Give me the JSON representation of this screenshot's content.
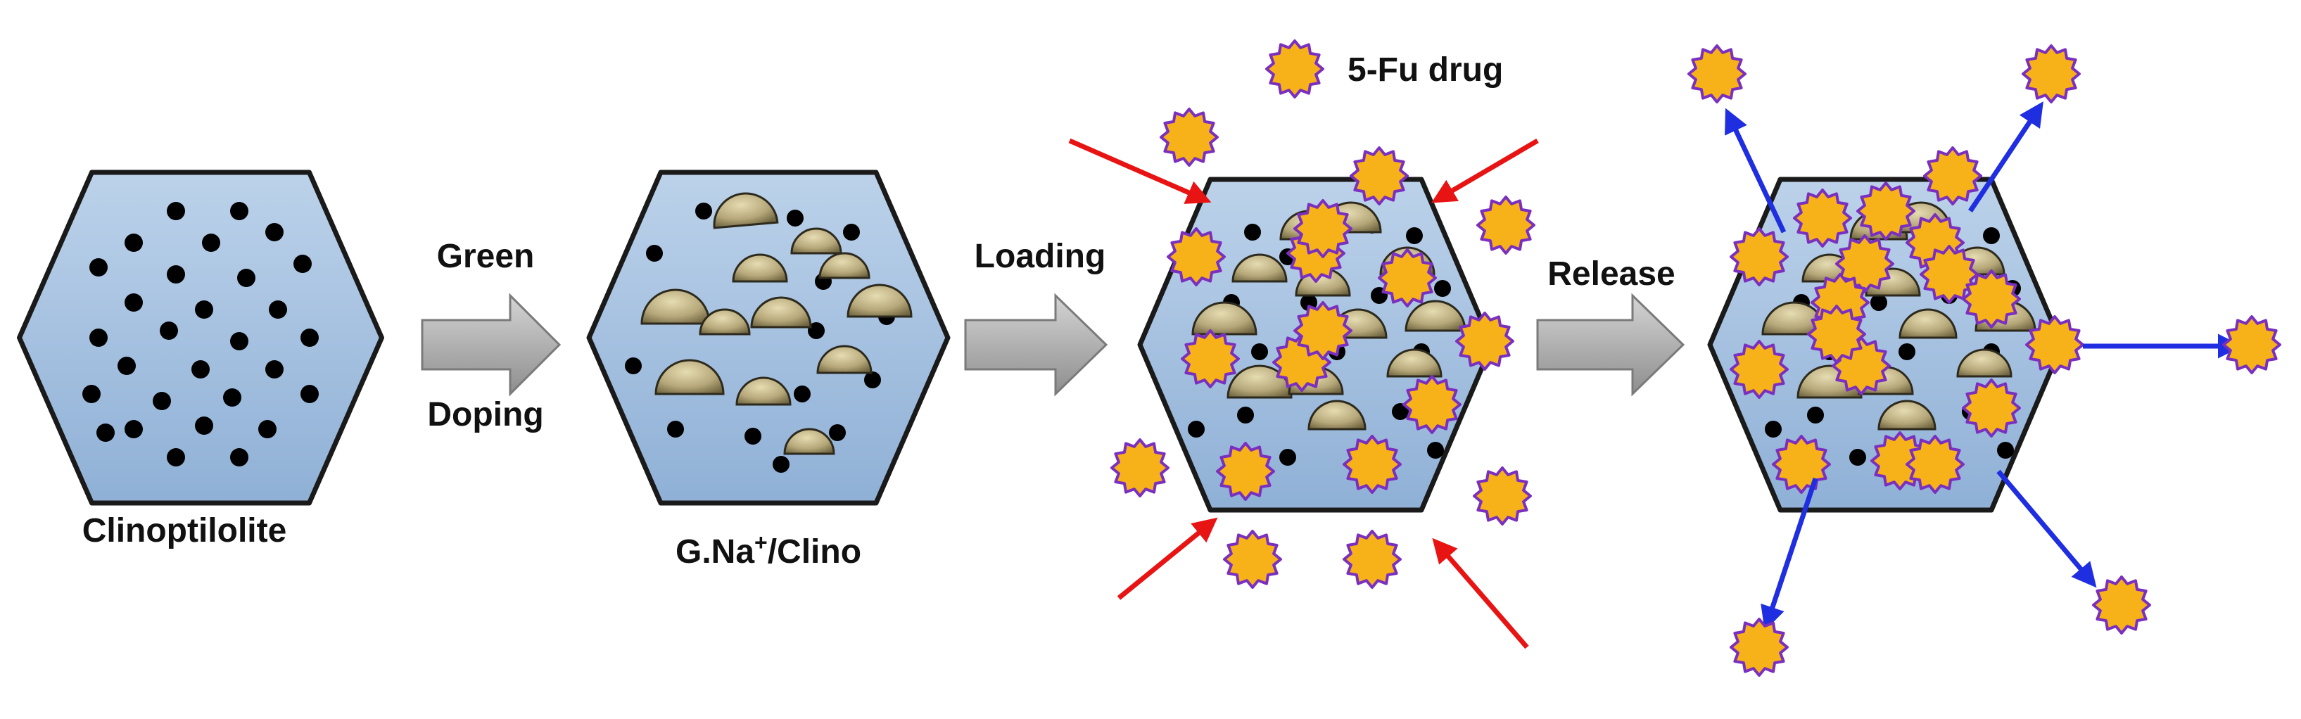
{
  "stages": [
    {
      "label": "Clinoptilolite"
    },
    {
      "label_main": "G.Na",
      "label_sup": "+",
      "label_rest": "/Clino"
    },
    {
      "label": ""
    },
    {
      "label": ""
    }
  ],
  "steps": [
    {
      "top": "Green",
      "bottom": "Doping"
    },
    {
      "top": "Loading",
      "bottom": ""
    },
    {
      "top": "Release",
      "bottom": ""
    }
  ],
  "legend": {
    "label": "5-Fu drug"
  },
  "colors": {
    "hexagon_fill": "#a9c3e0",
    "hexagon_edge": "#1a1a1a",
    "pore": "#000000",
    "dopant": "#b5a779",
    "drug_fill": "#f7b21a",
    "drug_edge": "#7a2fbf",
    "process_arrow": "#a6a6a6",
    "loading_arrow": "#e81414",
    "release_arrow": "#1e2ee0"
  }
}
